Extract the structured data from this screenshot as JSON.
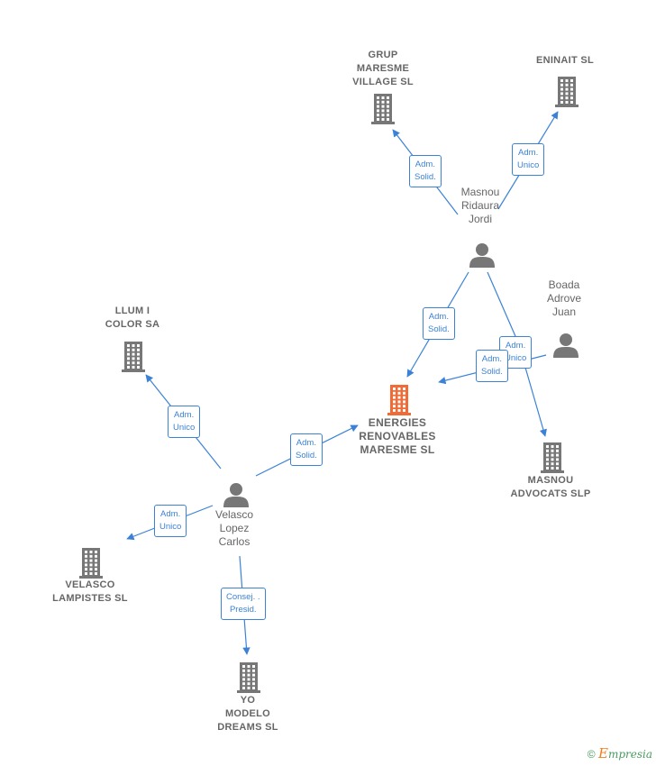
{
  "colors": {
    "edge": "#3b82d6",
    "node": "#777777",
    "main_node": "#f26a35",
    "text": "#666666"
  },
  "nodes": [
    {
      "id": "grup",
      "kind": "company",
      "label": "GRUP\nMARESME\nVILLAGE  SL"
    },
    {
      "id": "eninait",
      "kind": "company",
      "label": "ENINAIT  SL"
    },
    {
      "id": "masnou_jordi",
      "kind": "person",
      "label": "Masnou\nRidaura\nJordi"
    },
    {
      "id": "boada",
      "kind": "person",
      "label": "Boada\nAdrove\nJuan"
    },
    {
      "id": "llum",
      "kind": "company",
      "label": "LLUM I\nCOLOR SA"
    },
    {
      "id": "energies",
      "kind": "main",
      "label": "ENERGIES\nRENOVABLES\nMARESME  SL"
    },
    {
      "id": "masnou_advocats",
      "kind": "company",
      "label": "MASNOU\nADVOCATS  SLP"
    },
    {
      "id": "velasco_carlos",
      "kind": "person",
      "label": "Velasco\nLopez\nCarlos"
    },
    {
      "id": "velasco_lampistes",
      "kind": "company",
      "label": "VELASCO\nLAMPISTES SL"
    },
    {
      "id": "yo_modelo",
      "kind": "company",
      "label": "YO\nMODELO\nDREAMS SL"
    }
  ],
  "edges": [
    {
      "from": "masnou_jordi",
      "to": "grup",
      "label": "Adm.\nSolid."
    },
    {
      "from": "masnou_jordi",
      "to": "eninait",
      "label": "Adm.\nUnico"
    },
    {
      "from": "masnou_jordi",
      "to": "energies",
      "label": "Adm.\nSolid."
    },
    {
      "from": "masnou_jordi",
      "to": "masnou_advocats",
      "label": "Adm.\nUnico"
    },
    {
      "from": "boada",
      "to": "energies",
      "label": "Adm.\nSolid."
    },
    {
      "from": "velasco_carlos",
      "to": "llum",
      "label": "Adm.\nUnico"
    },
    {
      "from": "velasco_carlos",
      "to": "energies",
      "label": "Adm.\nSolid."
    },
    {
      "from": "velasco_carlos",
      "to": "velasco_lampistes",
      "label": "Adm.\nUnico"
    },
    {
      "from": "velasco_carlos",
      "to": "yo_modelo",
      "label": "Consej. .\nPresid."
    }
  ],
  "brand": {
    "copyright": "©",
    "initial": "E",
    "rest": "mpresia"
  }
}
